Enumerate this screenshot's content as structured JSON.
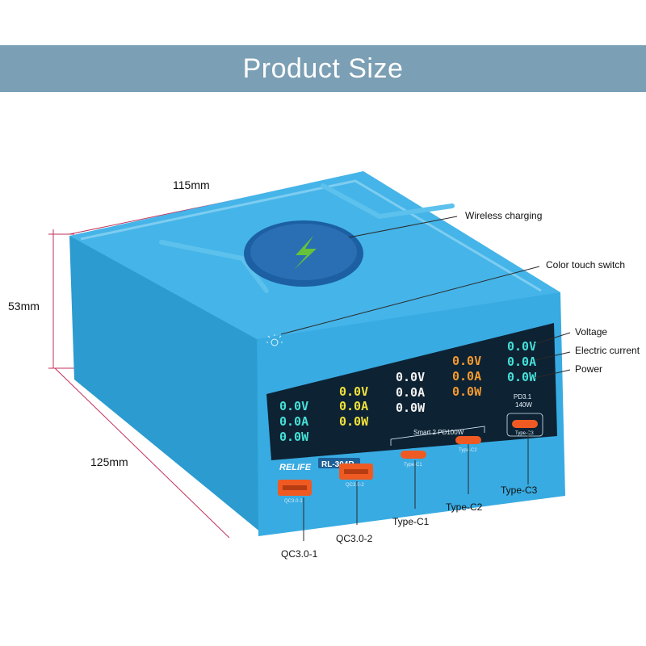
{
  "header": {
    "title": "Product Size"
  },
  "dimensions": {
    "width": "115mm",
    "height": "53mm",
    "depth": "125mm"
  },
  "callouts": {
    "wireless": "Wireless charging",
    "touch": "Color touch switch",
    "voltage": "Voltage",
    "current": "Electric current",
    "power": "Power",
    "typec3": "Type-C3",
    "typec2": "Type-C2",
    "typec1": "Type-C1",
    "qc2": "QC3.0-2",
    "qc1": "QC3.0-1"
  },
  "device": {
    "brand": "RELIFE",
    "model": "RL-304R",
    "smart_label": "Smart 2 PD100W",
    "pd_label": "PD3.1",
    "pd_power": "140W",
    "port_qc1": "QC3.0-1",
    "port_qc2": "QC3.0-2",
    "port_c1": "Type-C1",
    "port_c2": "Type-C2",
    "port_c3": "Type-C3",
    "readings": {
      "d1": [
        "0.0V",
        "0.0A",
        "0.0W"
      ],
      "d2": [
        "0.0V",
        "0.0A",
        "0.0W"
      ],
      "d3": [
        "0.0V",
        "0.0A",
        "0.0W"
      ],
      "d4": [
        "0.0V",
        "0.0A",
        "0.0W"
      ],
      "d5": [
        "0.0V",
        "0.0A",
        "0.0W"
      ]
    }
  },
  "colors": {
    "banner": "#7b9fb4",
    "body": "#2fa6de",
    "panel": "#0d2233",
    "wireless_pad": "#2a6fb3",
    "bolt": "#66c23a",
    "seg_cyan": "#46e0d8",
    "seg_yellow": "#f2e13a",
    "seg_white": "#f2f2f2",
    "seg_orange": "#f59a2e",
    "port_orange": "#ef5a23"
  }
}
